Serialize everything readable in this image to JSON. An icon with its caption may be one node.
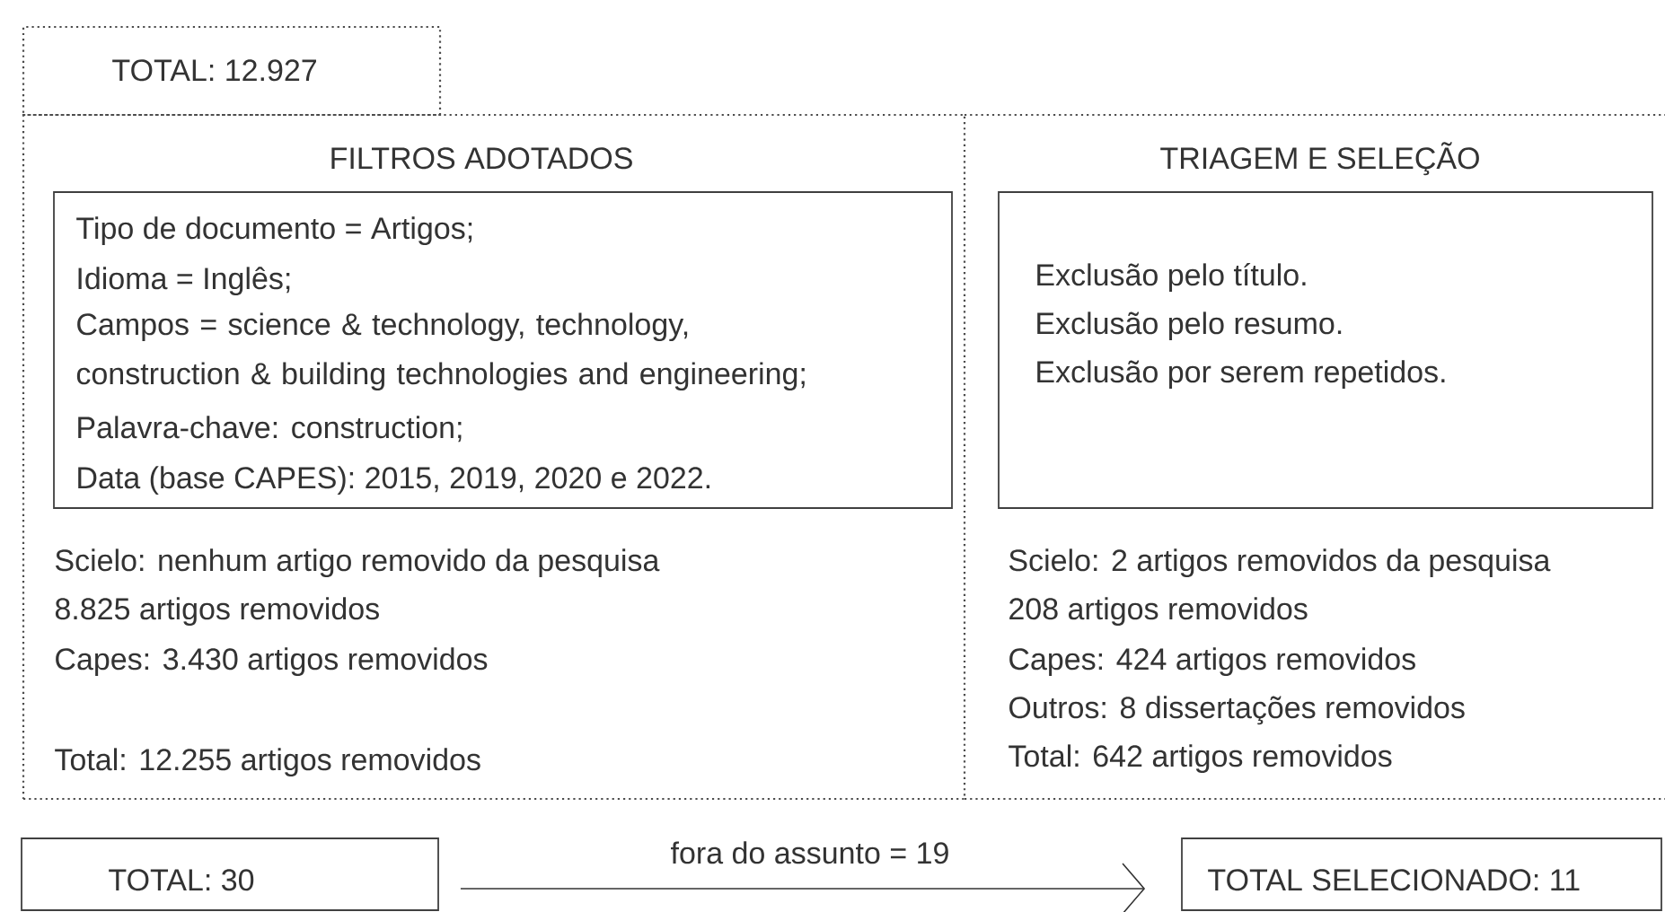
{
  "diagram": {
    "nodes": [
      {
        "text": [
          "TOTAL: 12.927"
        ]
      },
      {
        "text": [
          "FILTROS ADOTADOS",
          "Scielo: nenhum artigo removido da pesquisa",
          "8.825 artigos removidos",
          "Capes: 3.430 artigos removidos",
          "Total: 12.255 artigos removidos"
        ]
      },
      {
        "text": [
          "Tipo de documento = Artigos;",
          "Idioma = Inglês;",
          "Campos = science & technology, technology, construction & building technologies and engineering;",
          "Palavra-chave: construction;",
          "Data (base CAPES): 2015, 2019, 2020 e 2022."
        ],
        "in": 1
      },
      {
        "text": [
          "TRIAGEM E SELEÇÃO",
          "Scielo: 2 artigos removidos da pesquisa",
          "208 artigos removidos",
          "Capes: 424 artigos removidos",
          "Outros: 8 dissertações removidos",
          "Total: 642 artigos removidos"
        ]
      },
      {
        "text": [
          "Exclusão pelo título.",
          "Exclusão pelo resumo.",
          "Exclusão por serem repetidos."
        ],
        "in": 3
      },
      {
        "text": [
          "TOTAL: 30"
        ]
      },
      {
        "text": [
          "TOTAL SELECIONADO: 11"
        ]
      }
    ],
    "edges": [
      {
        "from": 5,
        "to": 6,
        "arrow": "to",
        "label": "fora do assunto = 19"
      }
    ]
  }
}
